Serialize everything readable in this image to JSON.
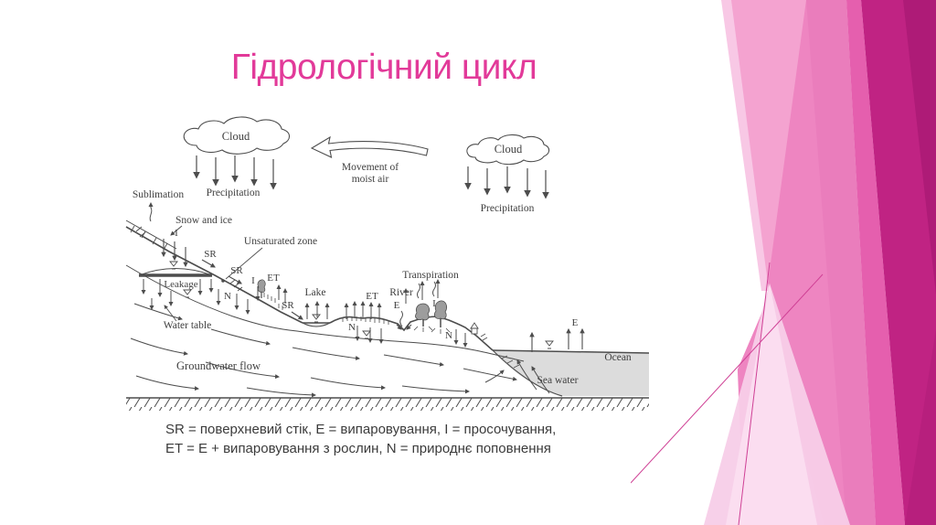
{
  "slide": {
    "title": "Гідрологічний цикл",
    "caption": {
      "line1": "SR = поверхневий стік, E = випаровування, I = просочування,",
      "line2": "ET = E + випаровування з рослин, N = природнє поповнення"
    },
    "colors": {
      "title_pink": "#e23a99",
      "accent_dark_magenta": "#c02383",
      "accent_medium_pink": "#ee85c1",
      "accent_light_pink": "#f8c8e5",
      "diagram_ink": "#4d4d4d",
      "sea_gray": "#dcdcdc"
    }
  },
  "diagram": {
    "clouds": {
      "left": "Cloud",
      "right": "Cloud"
    },
    "labels": {
      "precipitation_left": "Precipitation",
      "precipitation_right": "Precipitation",
      "movement_line1": "Movement of",
      "movement_line2": "moist air",
      "sublimation": "Sublimation",
      "snow_and_ice": "Snow and ice",
      "unsaturated_zone": "Unsaturated zone",
      "leakage": "Leakage",
      "water_table": "Water table",
      "lake": "Lake",
      "river": "River",
      "transpiration": "Transpiration",
      "groundwater_flow": "Groundwater flow",
      "ocean": "Ocean",
      "sea_water": "Sea water"
    },
    "abbr": {
      "sr": "SR",
      "i": "I",
      "et": "ET",
      "e": "E",
      "n": "N"
    }
  }
}
